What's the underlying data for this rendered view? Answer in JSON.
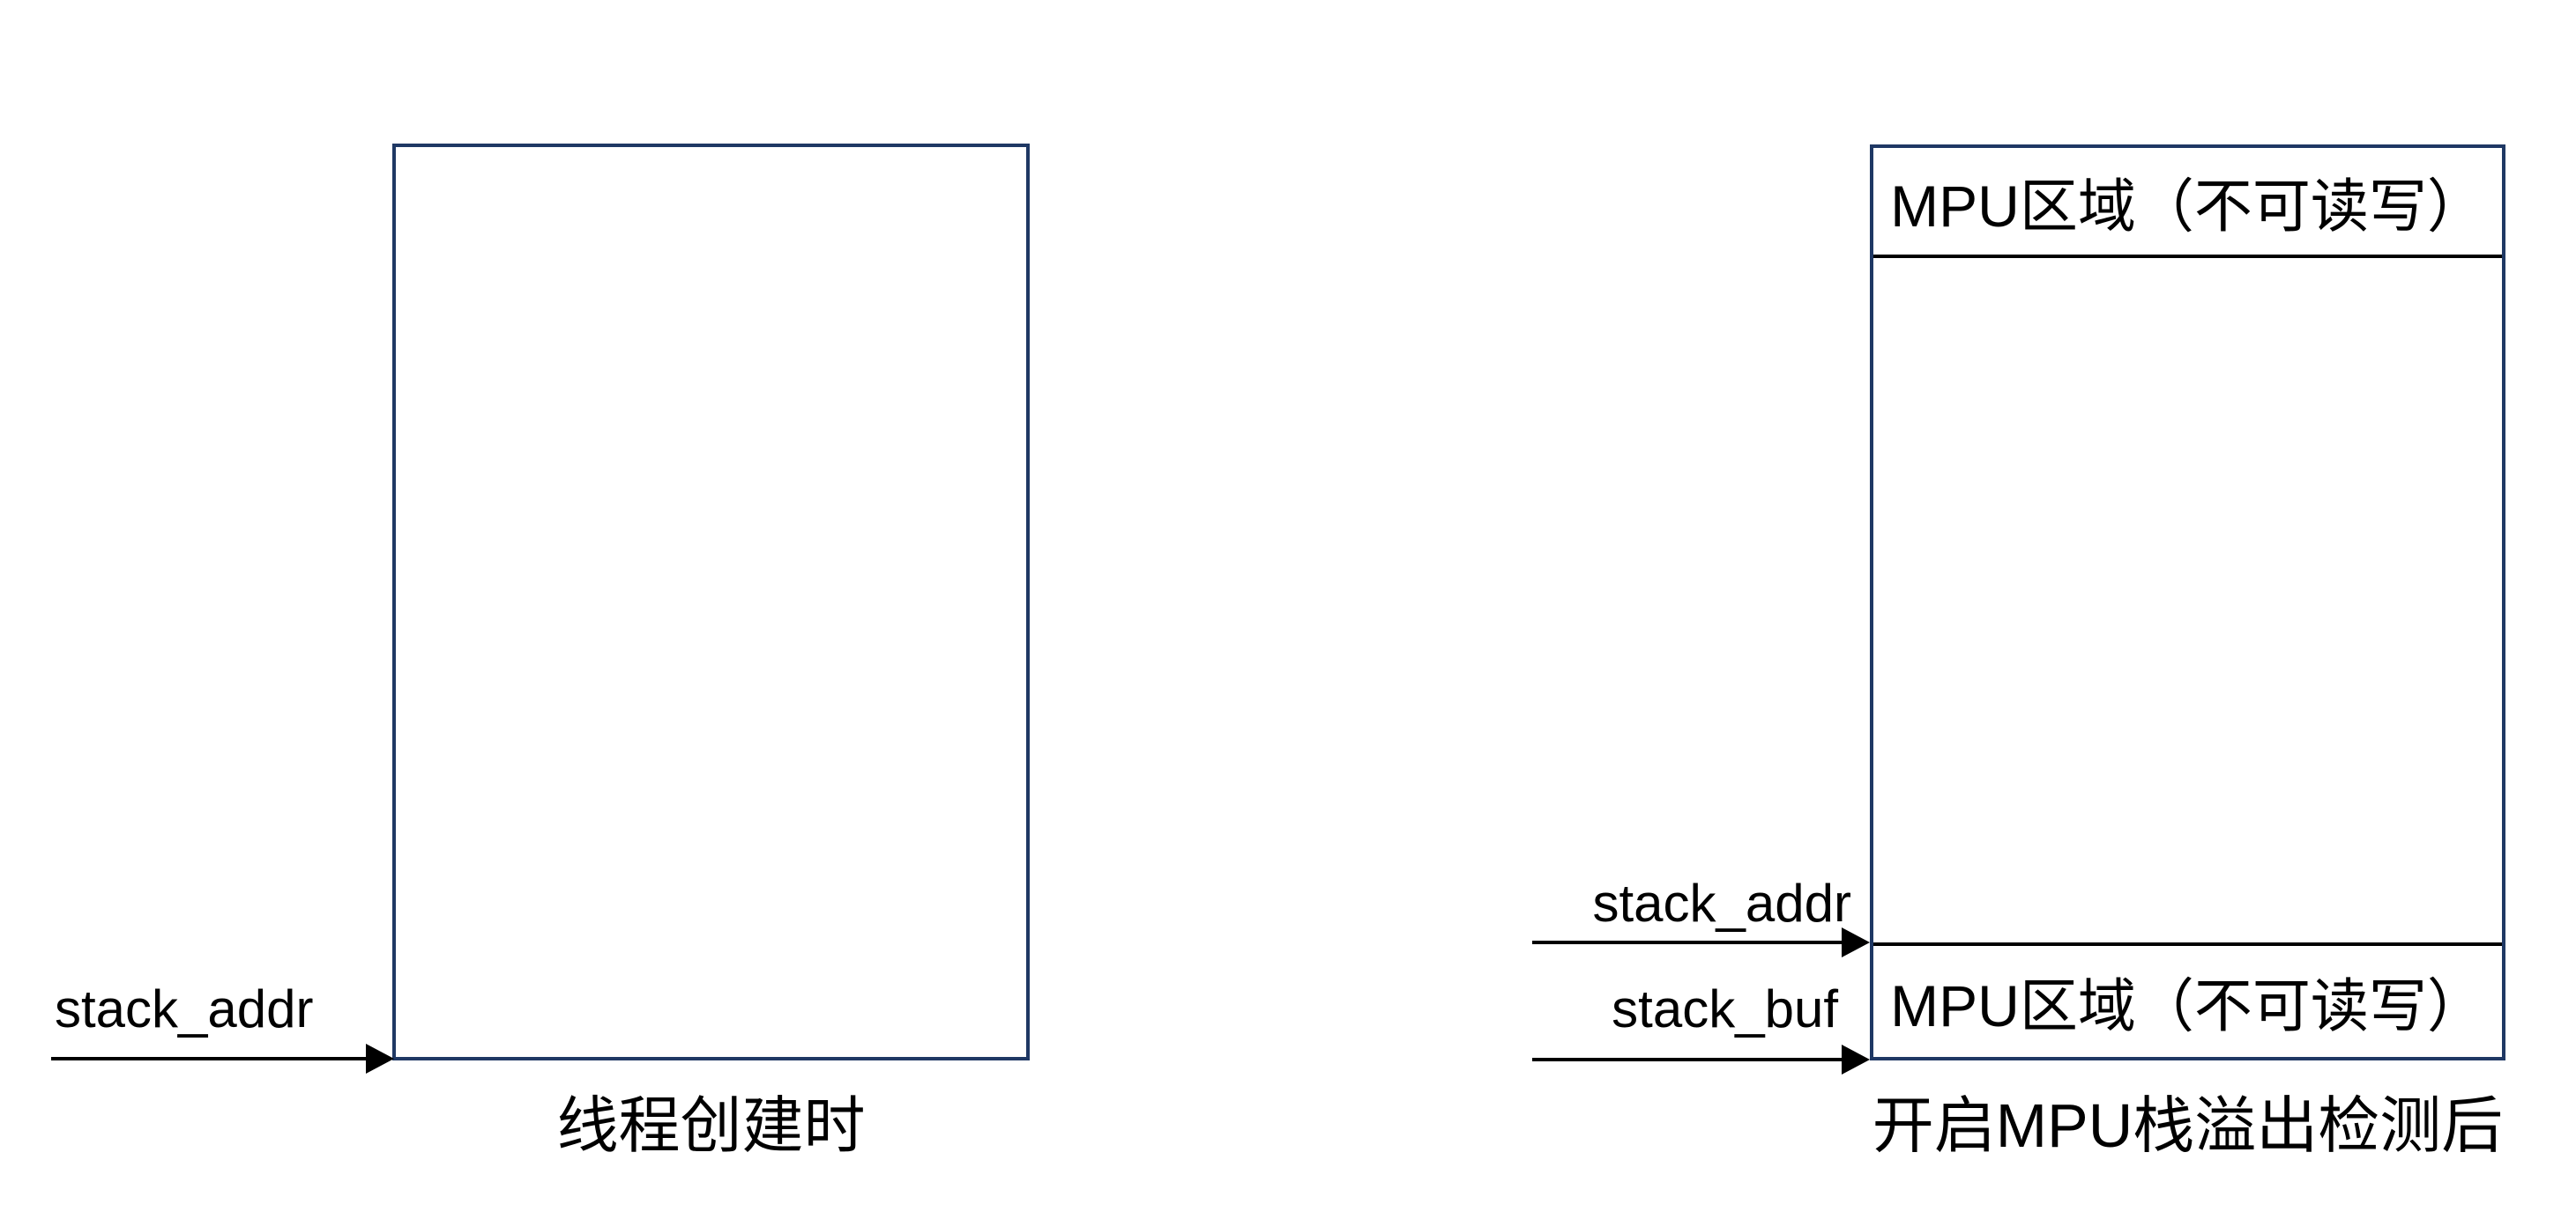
{
  "colors": {
    "background": "#ffffff",
    "box_border": "#1f3864",
    "divider_line": "#000000",
    "arrow": "#000000",
    "text": "#000000"
  },
  "left_panel": {
    "pointer_label": "stack_addr",
    "caption": "线程创建时"
  },
  "right_panel": {
    "top_region_label": "MPU区域（不可读写）",
    "bottom_region_label": "MPU区域（不可读写）",
    "pointer_label_top": "stack_addr",
    "pointer_label_bottom": "stack_buf",
    "caption": "开启MPU栈溢出检测后"
  }
}
